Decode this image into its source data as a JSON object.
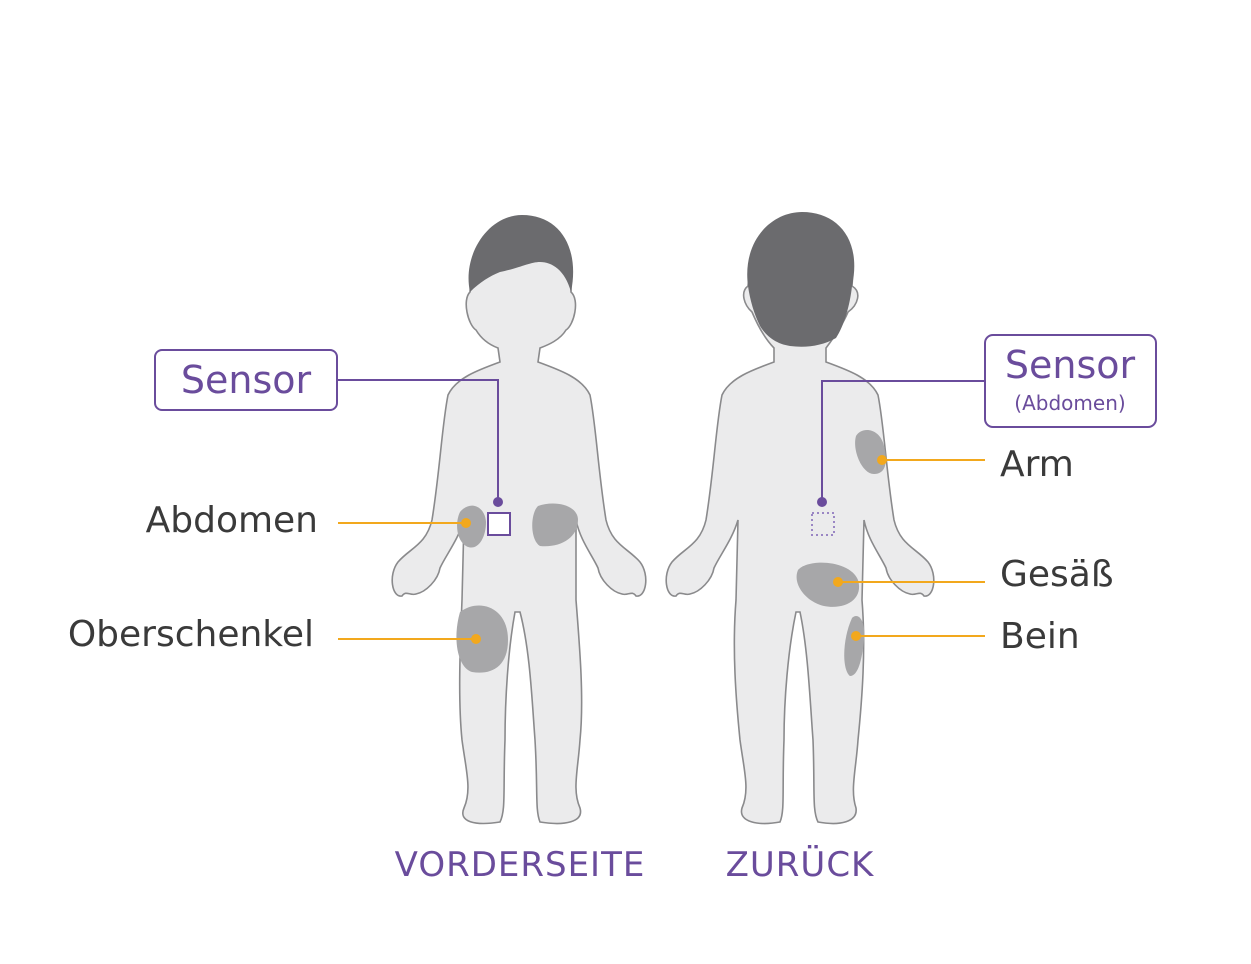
{
  "figure": {
    "front_caption": "VORDERSEITE",
    "back_caption": "ZURÜCK"
  },
  "front": {
    "sensor_label": "Sensor",
    "sites": {
      "abdomen": "Abdomen",
      "thigh": "Oberschenkel"
    }
  },
  "back": {
    "sensor_label": "Sensor",
    "sensor_sublabel": "(Abdomen)",
    "sites": {
      "arm": "Arm",
      "buttocks": "Gesäß",
      "leg": "Bein"
    }
  },
  "colors": {
    "body_fill": "#ebebec",
    "body_outline": "#8a8a8c",
    "hair": "#6b6b6e",
    "site_patch": "#a7a7a9",
    "sensor_purple": "#6a4c9c",
    "callout_orange": "#f2a81d",
    "label_text": "#3a3a3a"
  }
}
